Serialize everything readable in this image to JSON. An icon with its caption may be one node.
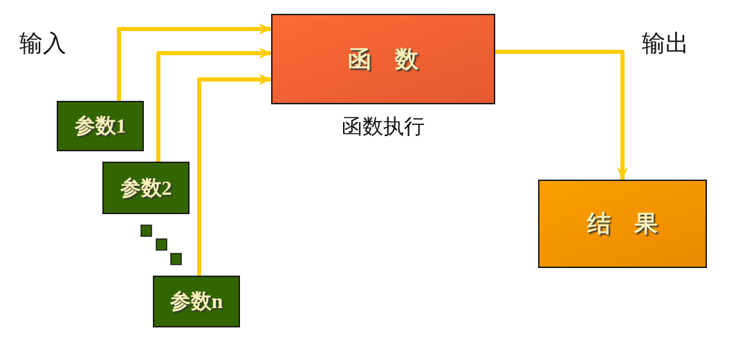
{
  "diagram": {
    "nodes": [
      {
        "text": [
          "函 数"
        ],
        "beside": [
          "函数执行"
        ]
      },
      {
        "text": [
          "参数1"
        ]
      },
      {
        "text": [
          "参数2"
        ]
      },
      {
        "text": [
          "参数n"
        ]
      },
      {
        "text": [
          "结 果"
        ]
      }
    ],
    "edges": [
      {
        "from": 1,
        "to": 0,
        "arrow": "to"
      },
      {
        "from": 2,
        "to": 0,
        "arrow": "to"
      },
      {
        "from": 3,
        "to": 0,
        "arrow": "to"
      },
      {
        "from": 0,
        "to": 4,
        "arrow": "to"
      }
    ],
    "labels": [
      "输入",
      "输出"
    ]
  }
}
